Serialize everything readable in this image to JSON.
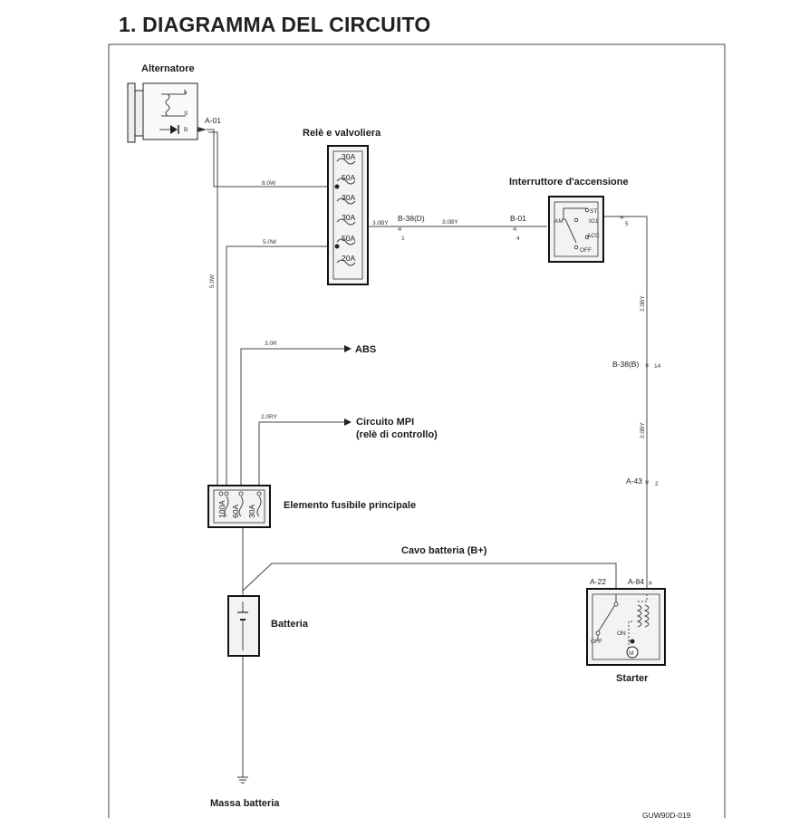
{
  "title": "1. DIAGRAMMA DEL CIRCUITO",
  "components": {
    "alternator": "Alternatore",
    "relay_box": "Relè e valvoliera",
    "ignition_switch": "Interruttore d'accensione",
    "abs": "ABS",
    "mpi_line1": "Circuito MPI",
    "mpi_line2": "(relè di controllo)",
    "main_fuse": "Elemento fusibile principale",
    "battery_cable": "Cavo batteria (B+)",
    "battery": "Batteria",
    "starter": "Starter",
    "battery_ground": "Massa batteria"
  },
  "alternator_terminals": [
    "L",
    "S",
    "B"
  ],
  "relay_fuses": [
    "30A",
    "50A",
    "30A",
    "30A",
    "50A",
    "20A"
  ],
  "main_fuses": [
    "100A",
    "60A",
    "30A"
  ],
  "switch_positions": {
    "am": "AM",
    "st": "ST",
    "ig1": "IG1",
    "acc": "ACC",
    "off": "OFF"
  },
  "starter_labels": {
    "on": "ON",
    "off": "OFF",
    "motor": "M"
  },
  "connectors": {
    "a01": "A-01",
    "b38d": "B-38(D)",
    "b38d_pin": "1",
    "b01": "B-01",
    "b01_pin": "4",
    "ign_out_pin": "5",
    "b38b": "B-38(B)",
    "b38b_pin": "14",
    "a43": "A-43",
    "a43_pin": "2",
    "a22": "A-22",
    "a84": "A-84"
  },
  "wires": {
    "w1": "8.0W",
    "w2": "5.0W",
    "w3": "5.0W",
    "w4": "3.0BY",
    "w5": "3.0BY",
    "w6": "2.0BY",
    "w7": "2.0BY",
    "w8": "3.0R",
    "w9": "2.0RY"
  },
  "figure_code": "GUW90D-019"
}
